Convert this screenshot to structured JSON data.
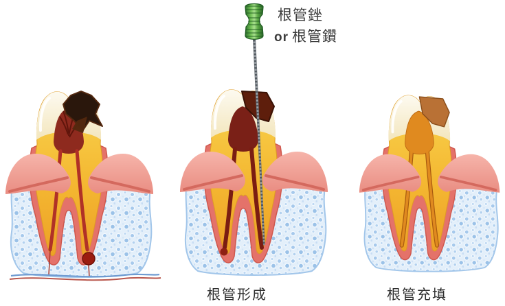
{
  "figure": {
    "type": "root-canal-treatment-diagram",
    "instrument_label": {
      "line1": "根管銼",
      "conjunction": "or",
      "line2": "根管鑽"
    },
    "captions": {
      "shaping": "根管形成",
      "filling": "根管充填"
    },
    "colors": {
      "background": "#ffffff",
      "bone": "#e3effa",
      "bone_spots": "#a6c9ec",
      "gum": "#f0a196",
      "periodontal": "#e4726a",
      "dentin": "#f4b832",
      "enamel": "#f8f0d8",
      "pulp_infected": "#8e2a1e",
      "canal_red": "#b03127",
      "decay": "#2a170c",
      "abscess": "#9b1c10",
      "filling_orange": "#e08a1f",
      "restoration": "#b97135",
      "file_handle": "#5aa843",
      "file_shaft": "#9aa0a6",
      "text": "#3c3c3c"
    }
  }
}
